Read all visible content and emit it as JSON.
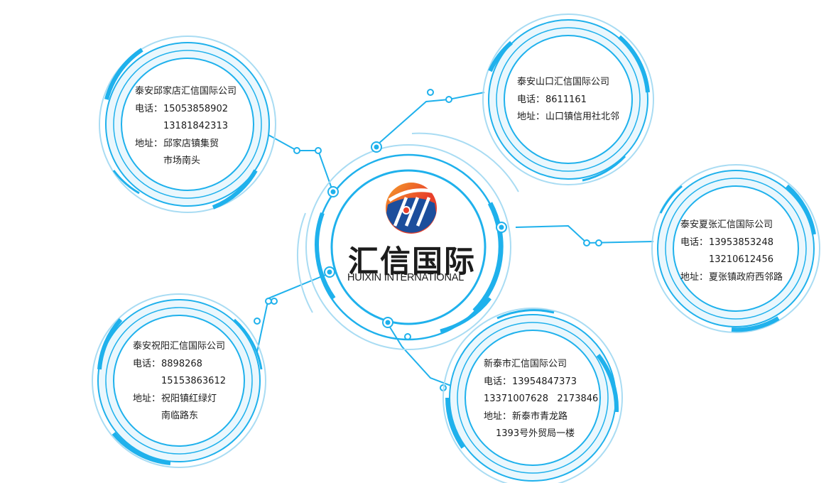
{
  "brand": {
    "name_cn": "汇信国际",
    "name_en": "HUIXIN INTERNATIONAL",
    "logo_icon": "huixin-logo-icon"
  },
  "colors": {
    "ring_primary": "#1fb1ec",
    "ring_light": "#a9dcf3",
    "fill": "#eaf7fd",
    "logo_red": "#e8402a",
    "logo_orange": "#f5a02a",
    "logo_blue": "#1c4e9c"
  },
  "branches": [
    {
      "id": "qiujiadian",
      "name": "泰安邱家店汇信国际公司",
      "phone_label": "电话：",
      "phones": [
        "15053858902",
        "13181842313"
      ],
      "address_label": "地址：",
      "address": [
        "邱家店镇集贸",
        "市场南头"
      ]
    },
    {
      "id": "shankou",
      "name": "泰安山口汇信国际公司",
      "phone_label": "电话：",
      "phones": [
        "8611161"
      ],
      "address_label": "地址：",
      "address": [
        "山口镇信用社北邻"
      ]
    },
    {
      "id": "xiazhang",
      "name": "泰安夏张汇信国际公司",
      "phone_label": "电话：",
      "phones": [
        "13953853248",
        "13210612456"
      ],
      "address_label": "地址：",
      "address": [
        "夏张镇政府西邻路"
      ]
    },
    {
      "id": "zhuyang",
      "name": "泰安祝阳汇信国际公司",
      "phone_label": "电话：",
      "phones": [
        "8898268",
        "15153863612"
      ],
      "address_label": "地址：",
      "address": [
        "祝阳镇红绿灯",
        "南临路东"
      ]
    },
    {
      "id": "xintai",
      "name": "新泰市汇信国际公司",
      "phone_label": "电话：",
      "phones": [
        "13954847373"
      ],
      "phones_extra": "13371007628   2173846",
      "address_label": "地址：",
      "address": [
        "新泰市青龙路",
        "1393号外贸局一楼"
      ]
    }
  ]
}
